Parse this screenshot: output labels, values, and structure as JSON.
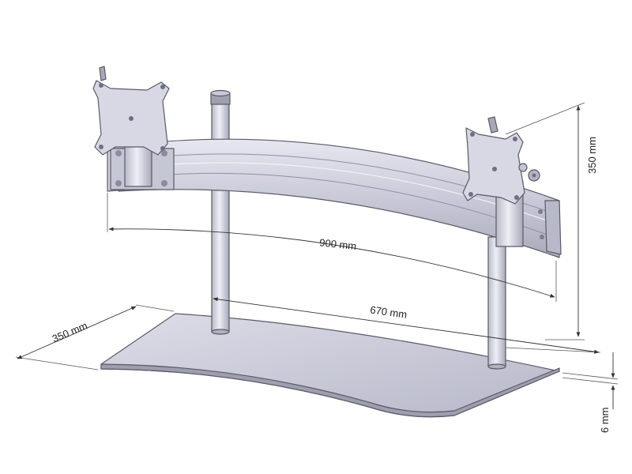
{
  "dimensions": {
    "arm_width": "900 mm",
    "base_width": "670 mm",
    "base_depth": "350 mm",
    "height": "350 mm",
    "base_thickness": "6 mm"
  },
  "colors": {
    "metal_light": "#d9dae6",
    "metal_mid": "#c4c5d3",
    "metal_dark": "#9d9eae",
    "outline": "#5a5a66",
    "dimension_line": "#333333"
  }
}
